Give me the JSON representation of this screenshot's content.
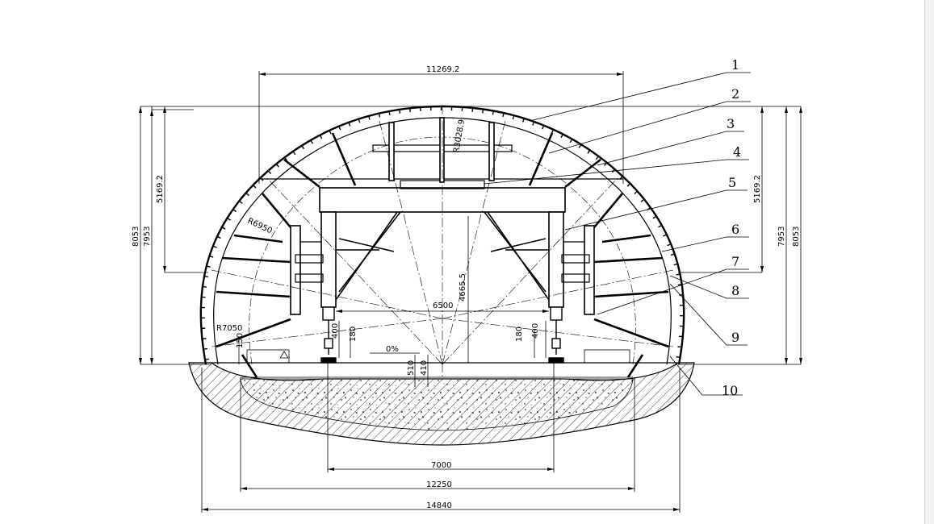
{
  "drawing": {
    "dimensions": {
      "top_width": "11269.2",
      "inner_height_left": "5169.2",
      "inner_height_right": "5169.2",
      "outer_height_left_a": "8053",
      "outer_height_left_b": "7953",
      "outer_height_right_a": "7953",
      "outer_height_right_b": "8053",
      "radius_crown": "R3028.9",
      "radius_upper": "R6950",
      "radius_lower": "R7050",
      "span_inner": "6500",
      "height_mid": "4665.5",
      "leg_left_400": "400",
      "leg_left_180": "180",
      "leg_right_180": "180",
      "leg_right_400": "400",
      "slope": "0%",
      "base_510": "510",
      "base_410": "410",
      "side_150": "150",
      "bottom_7000": "7000",
      "bottom_12250": "12250",
      "bottom_14840": "14840"
    },
    "callouts": [
      "1",
      "2",
      "3",
      "4",
      "5",
      "6",
      "7",
      "8",
      "9",
      "10"
    ],
    "colors": {
      "line": "#000000",
      "background": "#ffffff"
    }
  }
}
